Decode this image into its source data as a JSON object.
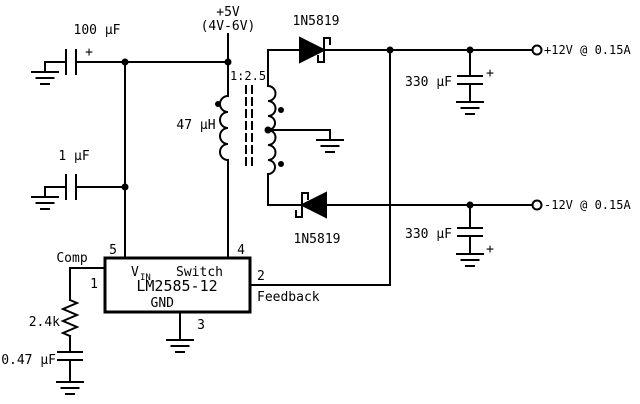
{
  "schematic": {
    "supply": {
      "voltage": "+5V",
      "range": "(4V-6V)"
    },
    "transformer": {
      "ratio": "1:2.5",
      "inductance": "47 µH"
    },
    "capacitors": {
      "input_bulk": "100 µF",
      "input_bypass": "1 µF",
      "output_pos": "330 µF",
      "output_neg": "330 µF",
      "comp": "0.47 µF",
      "polarity_mark": "+"
    },
    "diodes": {
      "top": "1N5819",
      "bottom": "1N5819"
    },
    "outputs": {
      "positive": "+12V @ 0.15A",
      "negative": "-12V @ 0.15A"
    },
    "resistor": "2.4k",
    "ic": {
      "part": "LM2585-12",
      "pins": {
        "vin": {
          "num": "5",
          "name_main": "V",
          "name_sub": "IN"
        },
        "switch": {
          "num": "4",
          "name": "Switch"
        },
        "comp": {
          "num": "1",
          "name": "Comp"
        },
        "feedback": {
          "num": "2",
          "name": "Feedback"
        },
        "gnd": {
          "num": "3",
          "name": "GND"
        }
      }
    },
    "colors": {
      "wire": "#000000",
      "background": "#ffffff"
    }
  }
}
